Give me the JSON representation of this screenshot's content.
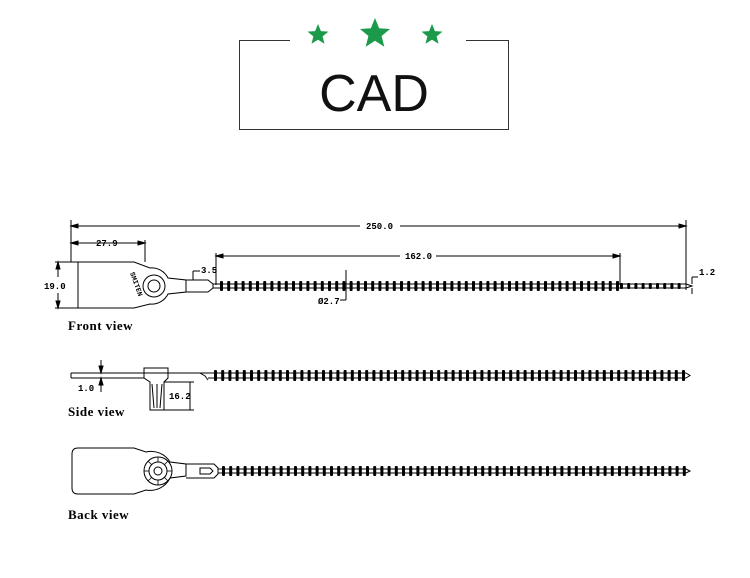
{
  "header": {
    "title": "CAD",
    "star_icons": [
      "star-icon",
      "star-icon",
      "star-icon"
    ],
    "star_color": "#1a9a4a"
  },
  "dimensions": {
    "total_length": "250.0",
    "tag_length": "27.9",
    "tail_length": "162.0",
    "tag_height": "19.0",
    "neck_width": "3.5",
    "tip_width": "1.2",
    "bead_diameter": "Ø2.7",
    "thickness": "1.0",
    "lock_height": "16.2"
  },
  "tag_text": "SMITEN",
  "views": {
    "front": "Front view",
    "side": "Side view",
    "back": "Back view"
  }
}
